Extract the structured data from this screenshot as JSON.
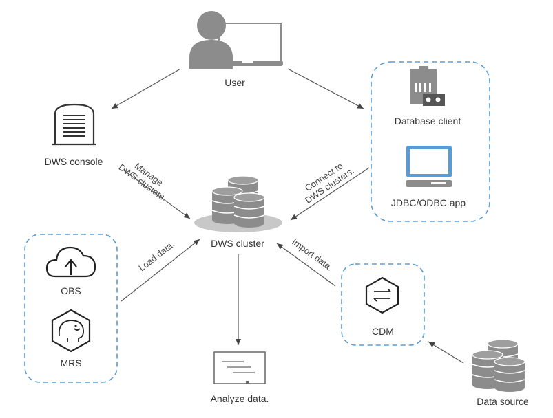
{
  "nodes": {
    "user": "User",
    "dws_console": "DWS console",
    "dws_cluster": "DWS cluster",
    "database_client": "Database client",
    "jdbc_odbc_app": "JDBC/ODBC app",
    "obs": "OBS",
    "mrs": "MRS",
    "cdm": "CDM",
    "data_source": "Data source",
    "analyze_data": "Analyze data."
  },
  "edges": {
    "manage_line1": "Manage",
    "manage_line2": "DWS clusters.",
    "connect_line1": "Connect to",
    "connect_line2": "DWS clusters.",
    "load_data": "Load data.",
    "import_data": "Import data."
  },
  "colors": {
    "icon_gray": "#8c8c8c",
    "icon_dark": "#333333",
    "group_border": "#5b9bd5",
    "screen_blue": "#5b9bd5"
  },
  "icons": [
    "user-icon",
    "laptop-icon",
    "gateway-icon",
    "database-icon",
    "database-client-icon",
    "monitor-icon",
    "cloud-upload-icon",
    "elephant-icon",
    "exchange-icon",
    "report-icon"
  ]
}
